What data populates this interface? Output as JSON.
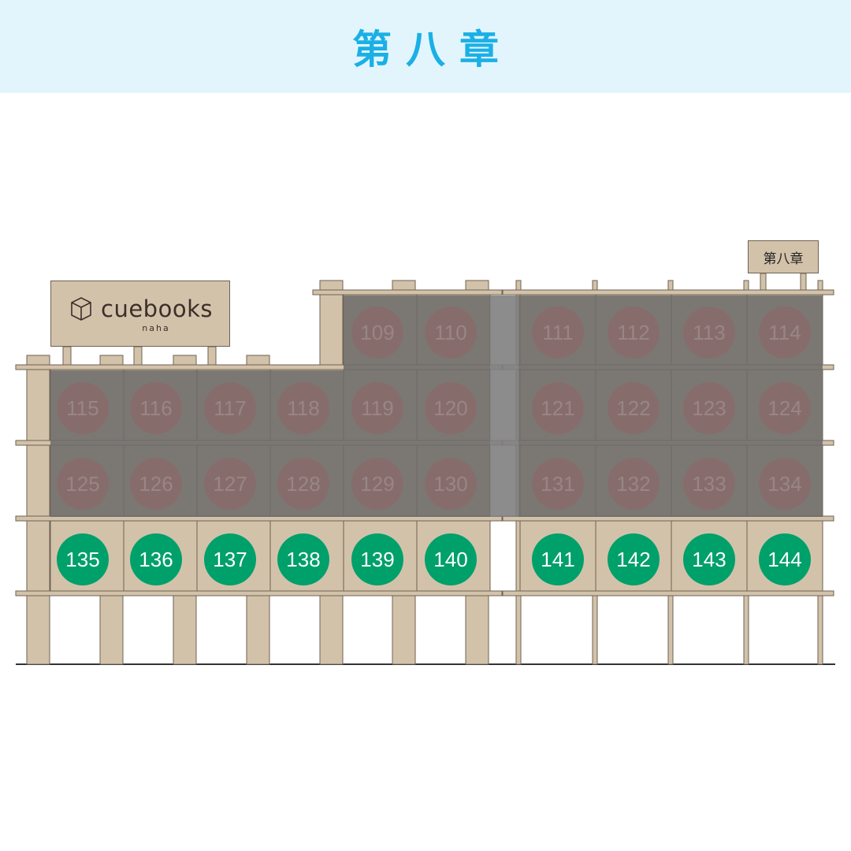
{
  "header": {
    "title": "第八章"
  },
  "sign": {
    "label": "第八章"
  },
  "logo": {
    "name": "cuebooks",
    "sub": "naha",
    "icon": "box-icon"
  },
  "colors": {
    "header_bg": "#e2f5fd",
    "header_text": "#1ab0e6",
    "wood": "#d3c2aa",
    "wood_line": "#6e6253",
    "available": "#00a06a",
    "occupied_overlay": "#6b6b6b",
    "occupied_circle": "#8a6a6a"
  },
  "blocks": {
    "occupied_upper": [
      "109",
      "110",
      "111",
      "112",
      "113",
      "114"
    ],
    "occupied_middle": [
      "115",
      "116",
      "117",
      "118",
      "119",
      "120",
      "121",
      "122",
      "123",
      "124"
    ],
    "occupied_lower": [
      "125",
      "126",
      "127",
      "128",
      "129",
      "130",
      "131",
      "132",
      "133",
      "134"
    ],
    "available": [
      "135",
      "136",
      "137",
      "138",
      "139",
      "140",
      "141",
      "142",
      "143",
      "144"
    ]
  }
}
